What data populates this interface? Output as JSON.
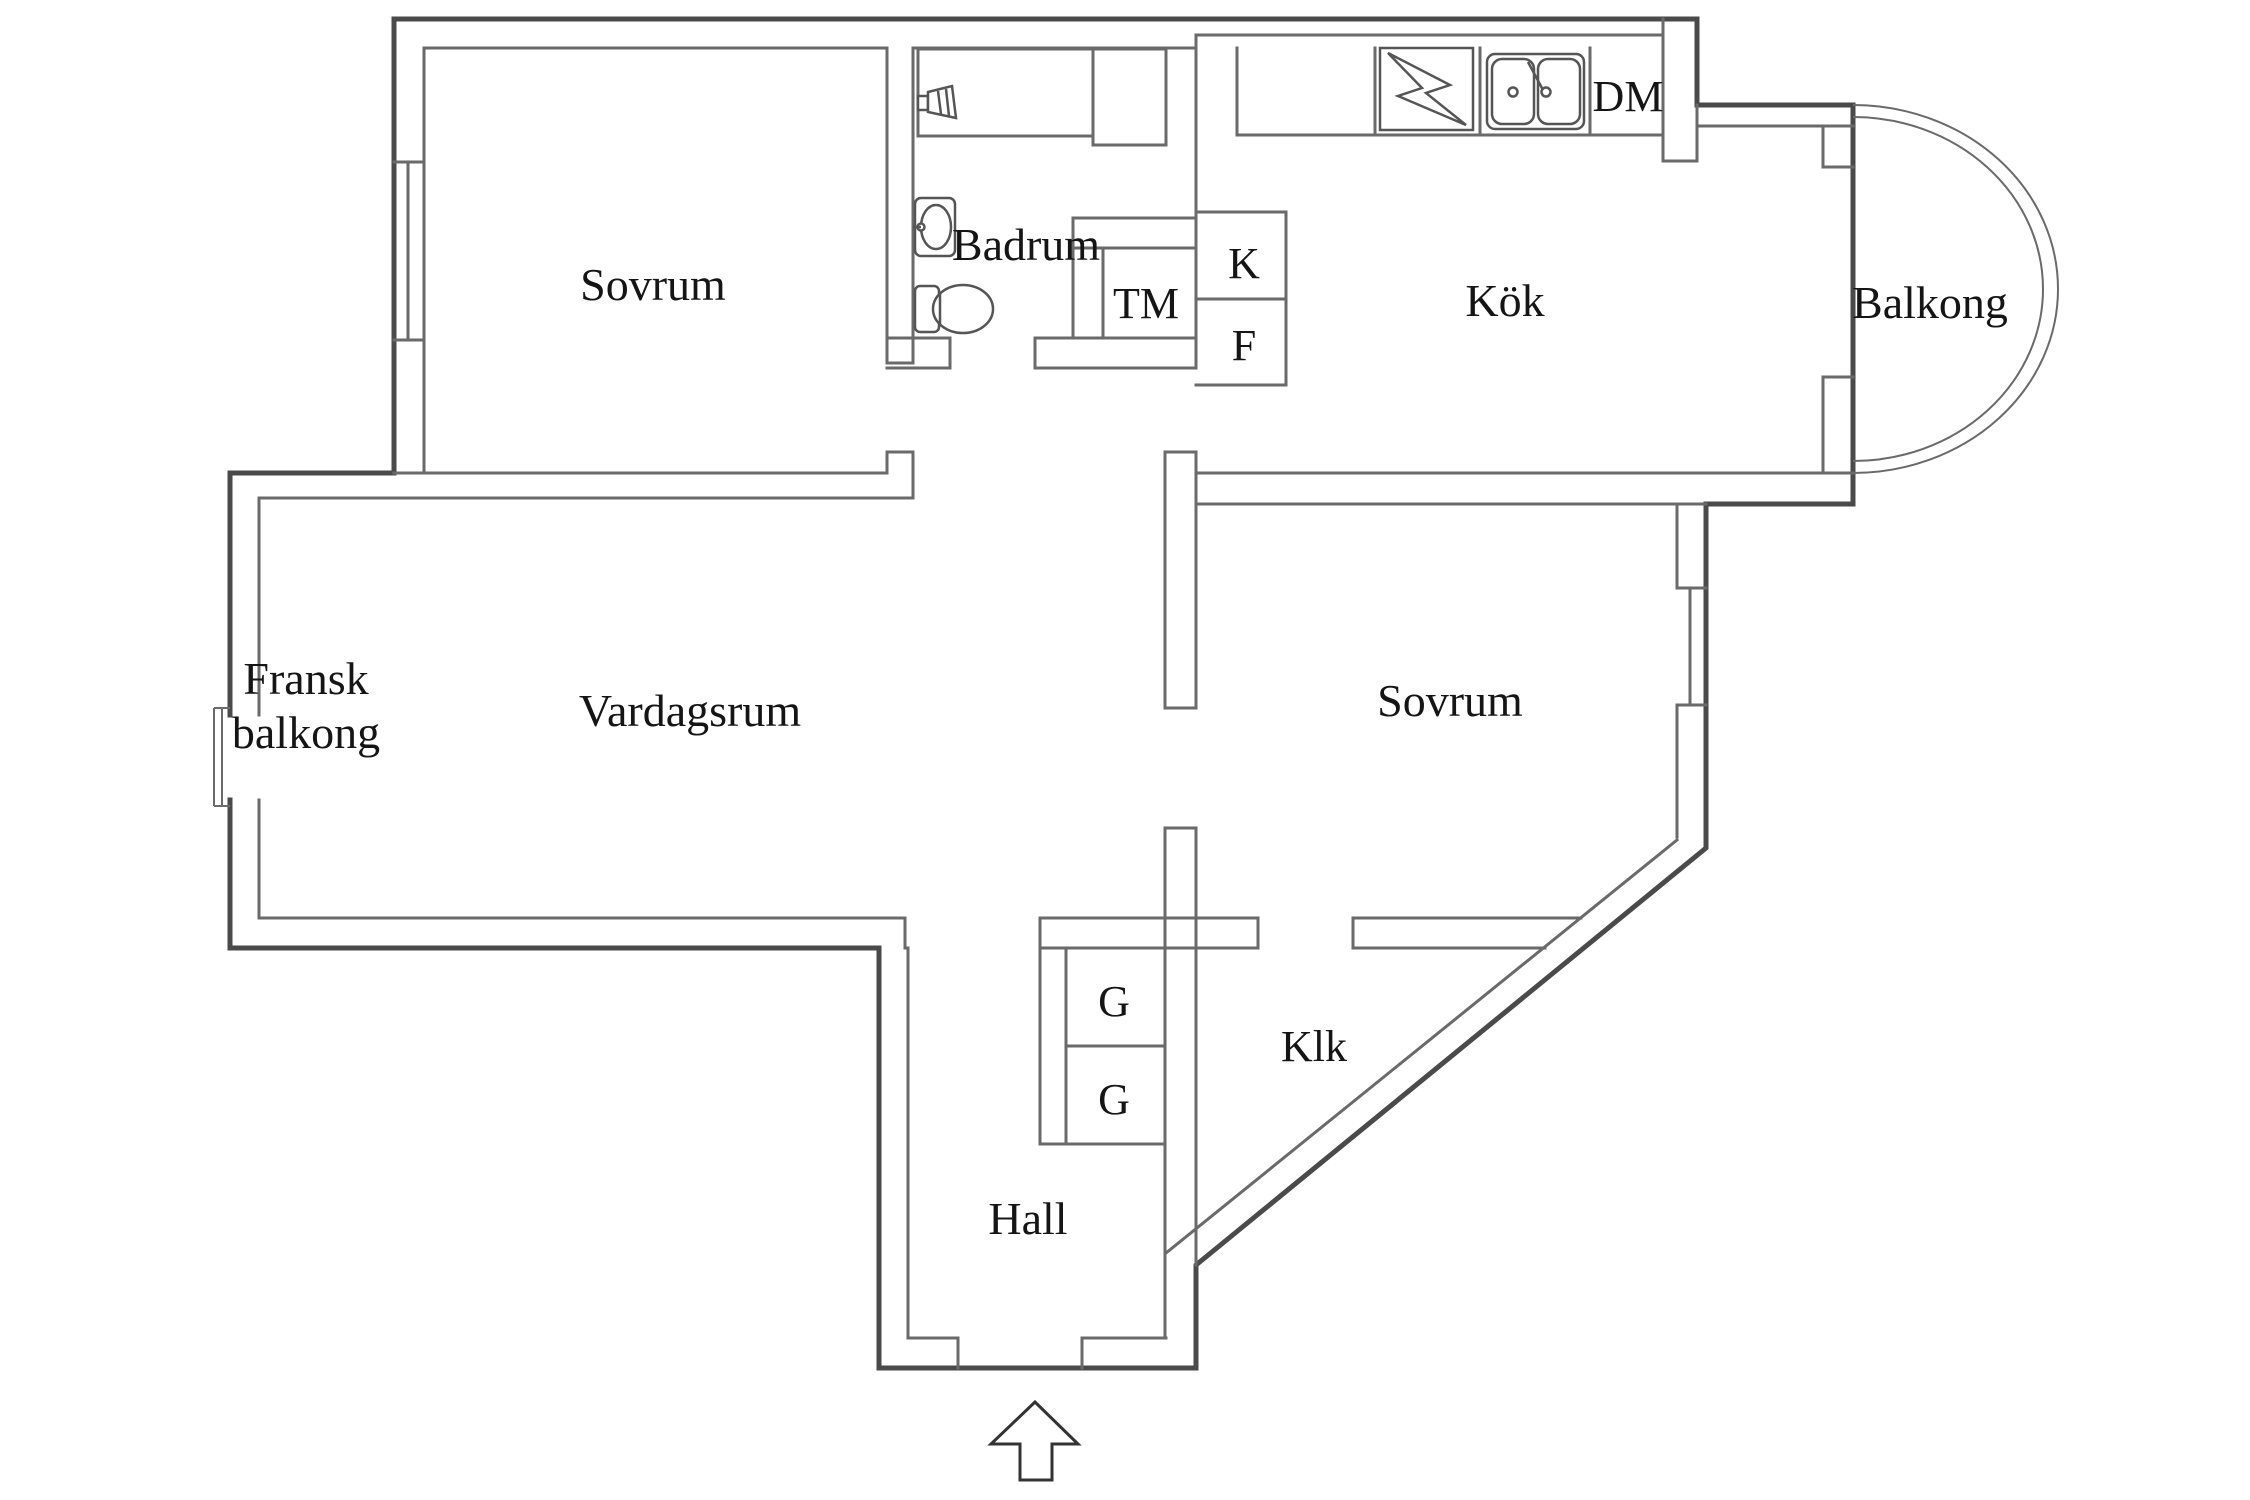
{
  "title": "Apartment floor plan",
  "colors": {
    "background": "#ffffff",
    "outer_wall": "#4a4a4a",
    "inner_wall": "#6a6a6a",
    "fixture": "#555555",
    "text": "#151515"
  },
  "rooms": {
    "sovrum_top": {
      "label": "Sovrum"
    },
    "badrum": {
      "label": "Badrum"
    },
    "tm": {
      "label": "TM"
    },
    "kyl": {
      "label": "K"
    },
    "frys": {
      "label": "F"
    },
    "kok": {
      "label": "Kök"
    },
    "dm": {
      "label": "DM"
    },
    "balkong": {
      "label": "Balkong"
    },
    "fransk_balkong": {
      "line1": "Fransk",
      "line2": "balkong"
    },
    "vardagsrum": {
      "label": "Vardagsrum"
    },
    "sovrum_right": {
      "label": "Sovrum"
    },
    "garderob_1": {
      "label": "G"
    },
    "garderob_2": {
      "label": "G"
    },
    "klk": {
      "label": "Klk"
    },
    "hall": {
      "label": "Hall"
    }
  },
  "icons": {
    "shower": "shower-head-icon",
    "bath_sink": "bathroom-sink-icon",
    "toilet": "toilet-icon",
    "stove": "stove-lightning-icon",
    "kitchen_sink": "double-sink-icon",
    "entrance_arrow": "entrance-arrow-up-icon",
    "balcony_railing": "curved-railing-icon",
    "french_balcony_railing": "railing-icon",
    "window_left": "window-icon",
    "window_right": "window-icon"
  }
}
